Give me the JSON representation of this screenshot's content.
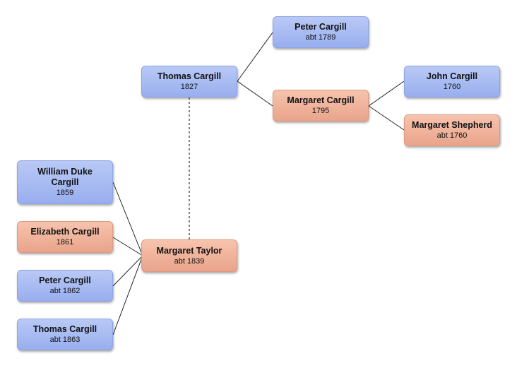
{
  "colors": {
    "male": "#a8bcf2",
    "female": "#f1b49c",
    "line": "#222222",
    "spouse_line": "#555555"
  },
  "people": {
    "thomas_1827": {
      "name": "Thomas Cargill",
      "date": "1827",
      "sex": "male"
    },
    "peter_1789": {
      "name": "Peter Cargill",
      "date": "abt 1789",
      "sex": "male"
    },
    "margaret_1795": {
      "name": "Margaret Cargill",
      "date": "1795",
      "sex": "female"
    },
    "john_1760": {
      "name": "John Cargill",
      "date": "1760",
      "sex": "male"
    },
    "margaret_shepherd": {
      "name": "Margaret Shepherd",
      "date": "abt 1760",
      "sex": "female"
    },
    "margaret_taylor": {
      "name": "Margaret Taylor",
      "date": "abt 1839",
      "sex": "female"
    },
    "william_1859": {
      "name": "William Duke Cargill",
      "date": "1859",
      "sex": "male"
    },
    "elizabeth_1861": {
      "name": "Elizabeth Cargill",
      "date": "1861",
      "sex": "female"
    },
    "peter_1862": {
      "name": "Peter Cargill",
      "date": "abt 1862",
      "sex": "male"
    },
    "thomas_1863": {
      "name": "Thomas Cargill",
      "date": "abt 1863",
      "sex": "male"
    }
  }
}
